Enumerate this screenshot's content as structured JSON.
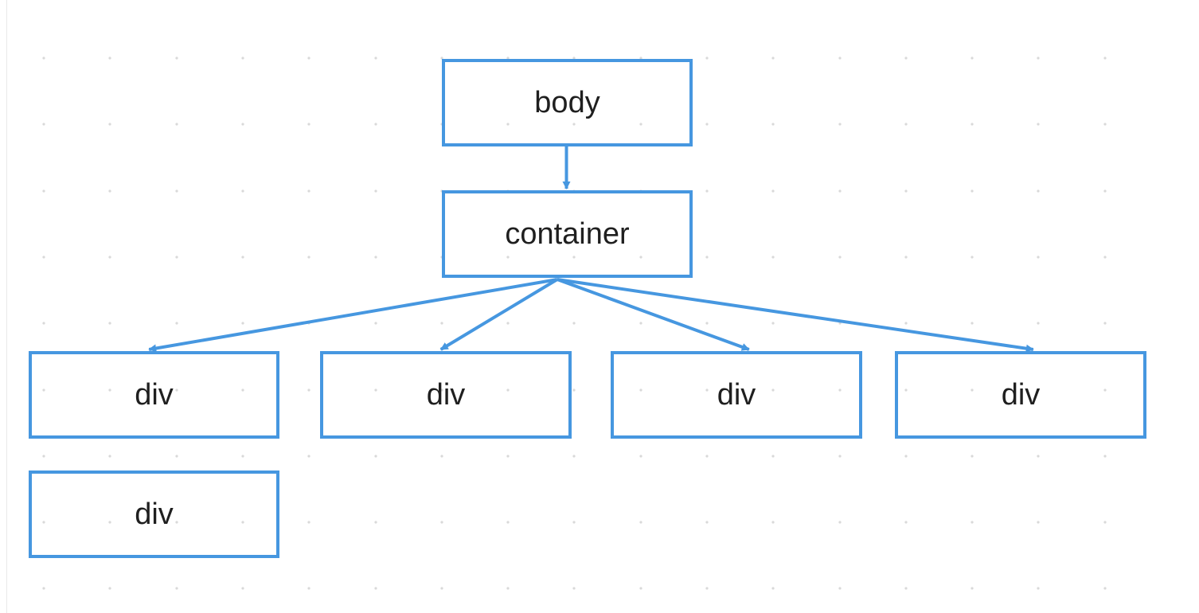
{
  "diagram": {
    "nodes": [
      {
        "id": "body",
        "label": "body"
      },
      {
        "id": "container",
        "label": "container"
      },
      {
        "id": "div1",
        "label": "div"
      },
      {
        "id": "div2",
        "label": "div"
      },
      {
        "id": "div3",
        "label": "div"
      },
      {
        "id": "div4",
        "label": "div"
      },
      {
        "id": "div5",
        "label": "div"
      }
    ],
    "edges": [
      {
        "from": "body",
        "to": "container"
      },
      {
        "from": "container",
        "to": "div1"
      },
      {
        "from": "container",
        "to": "div2"
      },
      {
        "from": "container",
        "to": "div3"
      },
      {
        "from": "container",
        "to": "div4"
      }
    ]
  },
  "colors": {
    "node_border": "#4697e0",
    "edge": "#4697e0",
    "label_text": "#1f1f1f",
    "grid_dot": "#d9d9d9",
    "background": "#ffffff"
  }
}
